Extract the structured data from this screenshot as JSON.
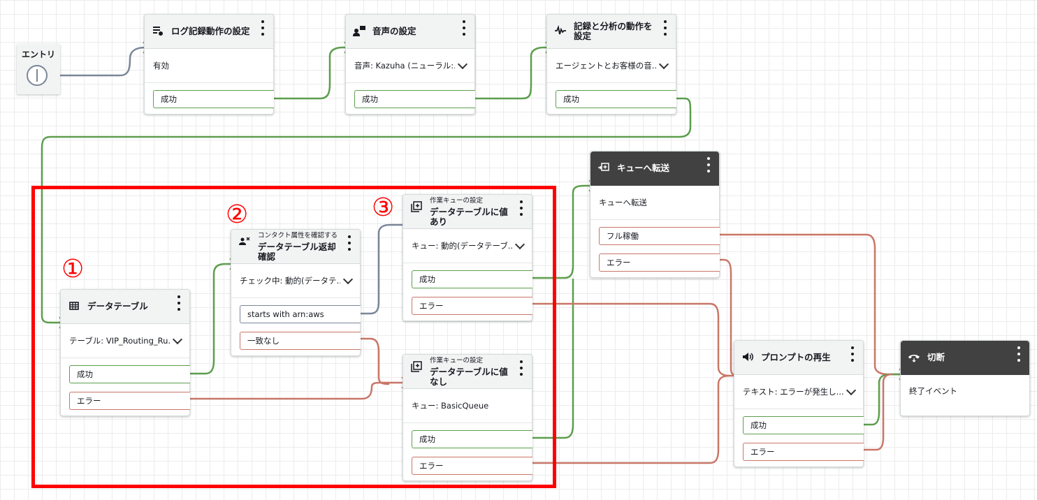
{
  "entry": {
    "label": "エントリ"
  },
  "blocks": {
    "log": {
      "title": "ログ記録動作の設定",
      "param": "有効",
      "branches": [
        "成功"
      ]
    },
    "voice": {
      "title": "音声の設定",
      "param": "音声: Kazuha (ニューラル:...",
      "branches": [
        "成功"
      ]
    },
    "record": {
      "title": "記録と分析の動作を設定",
      "param": "エージェントとお客様の音...",
      "branches": [
        "成功"
      ]
    },
    "table": {
      "title": "データテーブル",
      "param": "テーブル: VIP_Routing_Ru...",
      "branches": [
        "成功",
        "エラー"
      ]
    },
    "check": {
      "subtitle": "コンタクト属性を確認する",
      "title": "データテーブル返却確認",
      "param": "チェック中: 動的(データテ...",
      "branches": [
        "starts with arn:aws",
        "一致なし"
      ]
    },
    "queue_value": {
      "subtitle": "作業キューの設定",
      "title": "データテーブルに値あり",
      "param": "キュー: 動的(データテーブ...",
      "branches": [
        "成功",
        "エラー"
      ]
    },
    "queue_novalue": {
      "subtitle": "作業キューの設定",
      "title": "データテーブルに値なし",
      "param": "キュー: BasicQueue",
      "branches": [
        "成功",
        "エラー"
      ]
    },
    "transfer": {
      "title": "キューへ転送",
      "param": "キューへ転送",
      "branches": [
        "フル稼働",
        "エラー"
      ]
    },
    "prompt": {
      "title": "プロンプトの再生",
      "param": "テキスト: エラーが発生し...",
      "branches": [
        "成功",
        "エラー"
      ]
    },
    "disconnect": {
      "title": "切断",
      "param": "終了イベント"
    }
  },
  "markers": [
    "①",
    "②",
    "③"
  ],
  "colors": {
    "success": "#5c9e4d",
    "error": "#c87667",
    "neutral": "#7a8698",
    "highlight": "#ff0000",
    "header_dark": "#414141"
  },
  "icons": {
    "log": "log-settings-icon",
    "voice": "voice-icon",
    "record": "waveform-icon",
    "table": "table-grid-icon",
    "check": "contact-attribute-icon",
    "queue": "set-queue-icon",
    "transfer": "transfer-queue-icon",
    "prompt": "speaker-icon",
    "disconnect": "hang-up-icon"
  }
}
